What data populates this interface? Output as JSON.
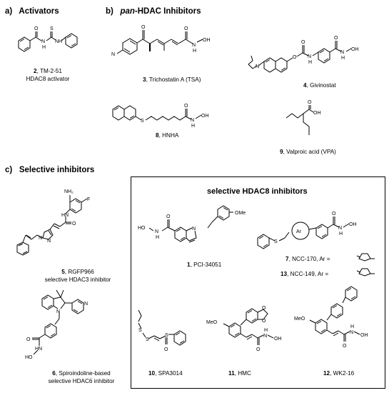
{
  "sections": {
    "a": {
      "letter": "a)",
      "title": "Activators"
    },
    "b": {
      "letter": "b)",
      "title_italic": "pan",
      "title_rest": "-HDAC Inhibitors"
    },
    "c": {
      "letter": "c)",
      "title": "Selective inhibitors"
    },
    "box_title": "selective HDAC8 inhibitors"
  },
  "compounds": [
    {
      "id": "c2",
      "num": "2",
      "name": ", TM-2-51",
      "line2": "HDAC8 activator"
    },
    {
      "id": "c3",
      "num": "3",
      "name": ", Trichostatin A (TSA)"
    },
    {
      "id": "c4",
      "num": "4",
      "name": ", Givinostat"
    },
    {
      "id": "c8",
      "num": "8",
      "name": ", HNHA"
    },
    {
      "id": "c9",
      "num": "9",
      "name": ", Valproic acid (VPA)"
    },
    {
      "id": "c5",
      "num": "5",
      "name": ", RGFP966",
      "line2": "selective HDAC3 inhibitor"
    },
    {
      "id": "c6",
      "num": "6",
      "name": ", Spiroindoline-based",
      "line2": "selective HDAC6 inhibitor"
    },
    {
      "id": "c1",
      "num": "1",
      "name": ", PCI-34051"
    },
    {
      "id": "c7",
      "num": "7",
      "name": ", NCC-170, Ar ="
    },
    {
      "id": "c13",
      "num": "13",
      "name": ", NCC-149, Ar ="
    },
    {
      "id": "c10",
      "num": "10",
      "name": ", SPA3014"
    },
    {
      "id": "c11",
      "num": "11",
      "name": ", HMC"
    },
    {
      "id": "c12",
      "num": "12",
      "name": ", WK2-16"
    }
  ],
  "atom_labels": {
    "S": "S",
    "N": "N",
    "H": "H",
    "NH": "NH",
    "O": "O",
    "OH": "OH",
    "F": "F",
    "NH2": "NH₂",
    "Ar": "Ar",
    "OMe": "OMe",
    "MeO": "MeO",
    "HN": "HN",
    "HO": "HO"
  }
}
